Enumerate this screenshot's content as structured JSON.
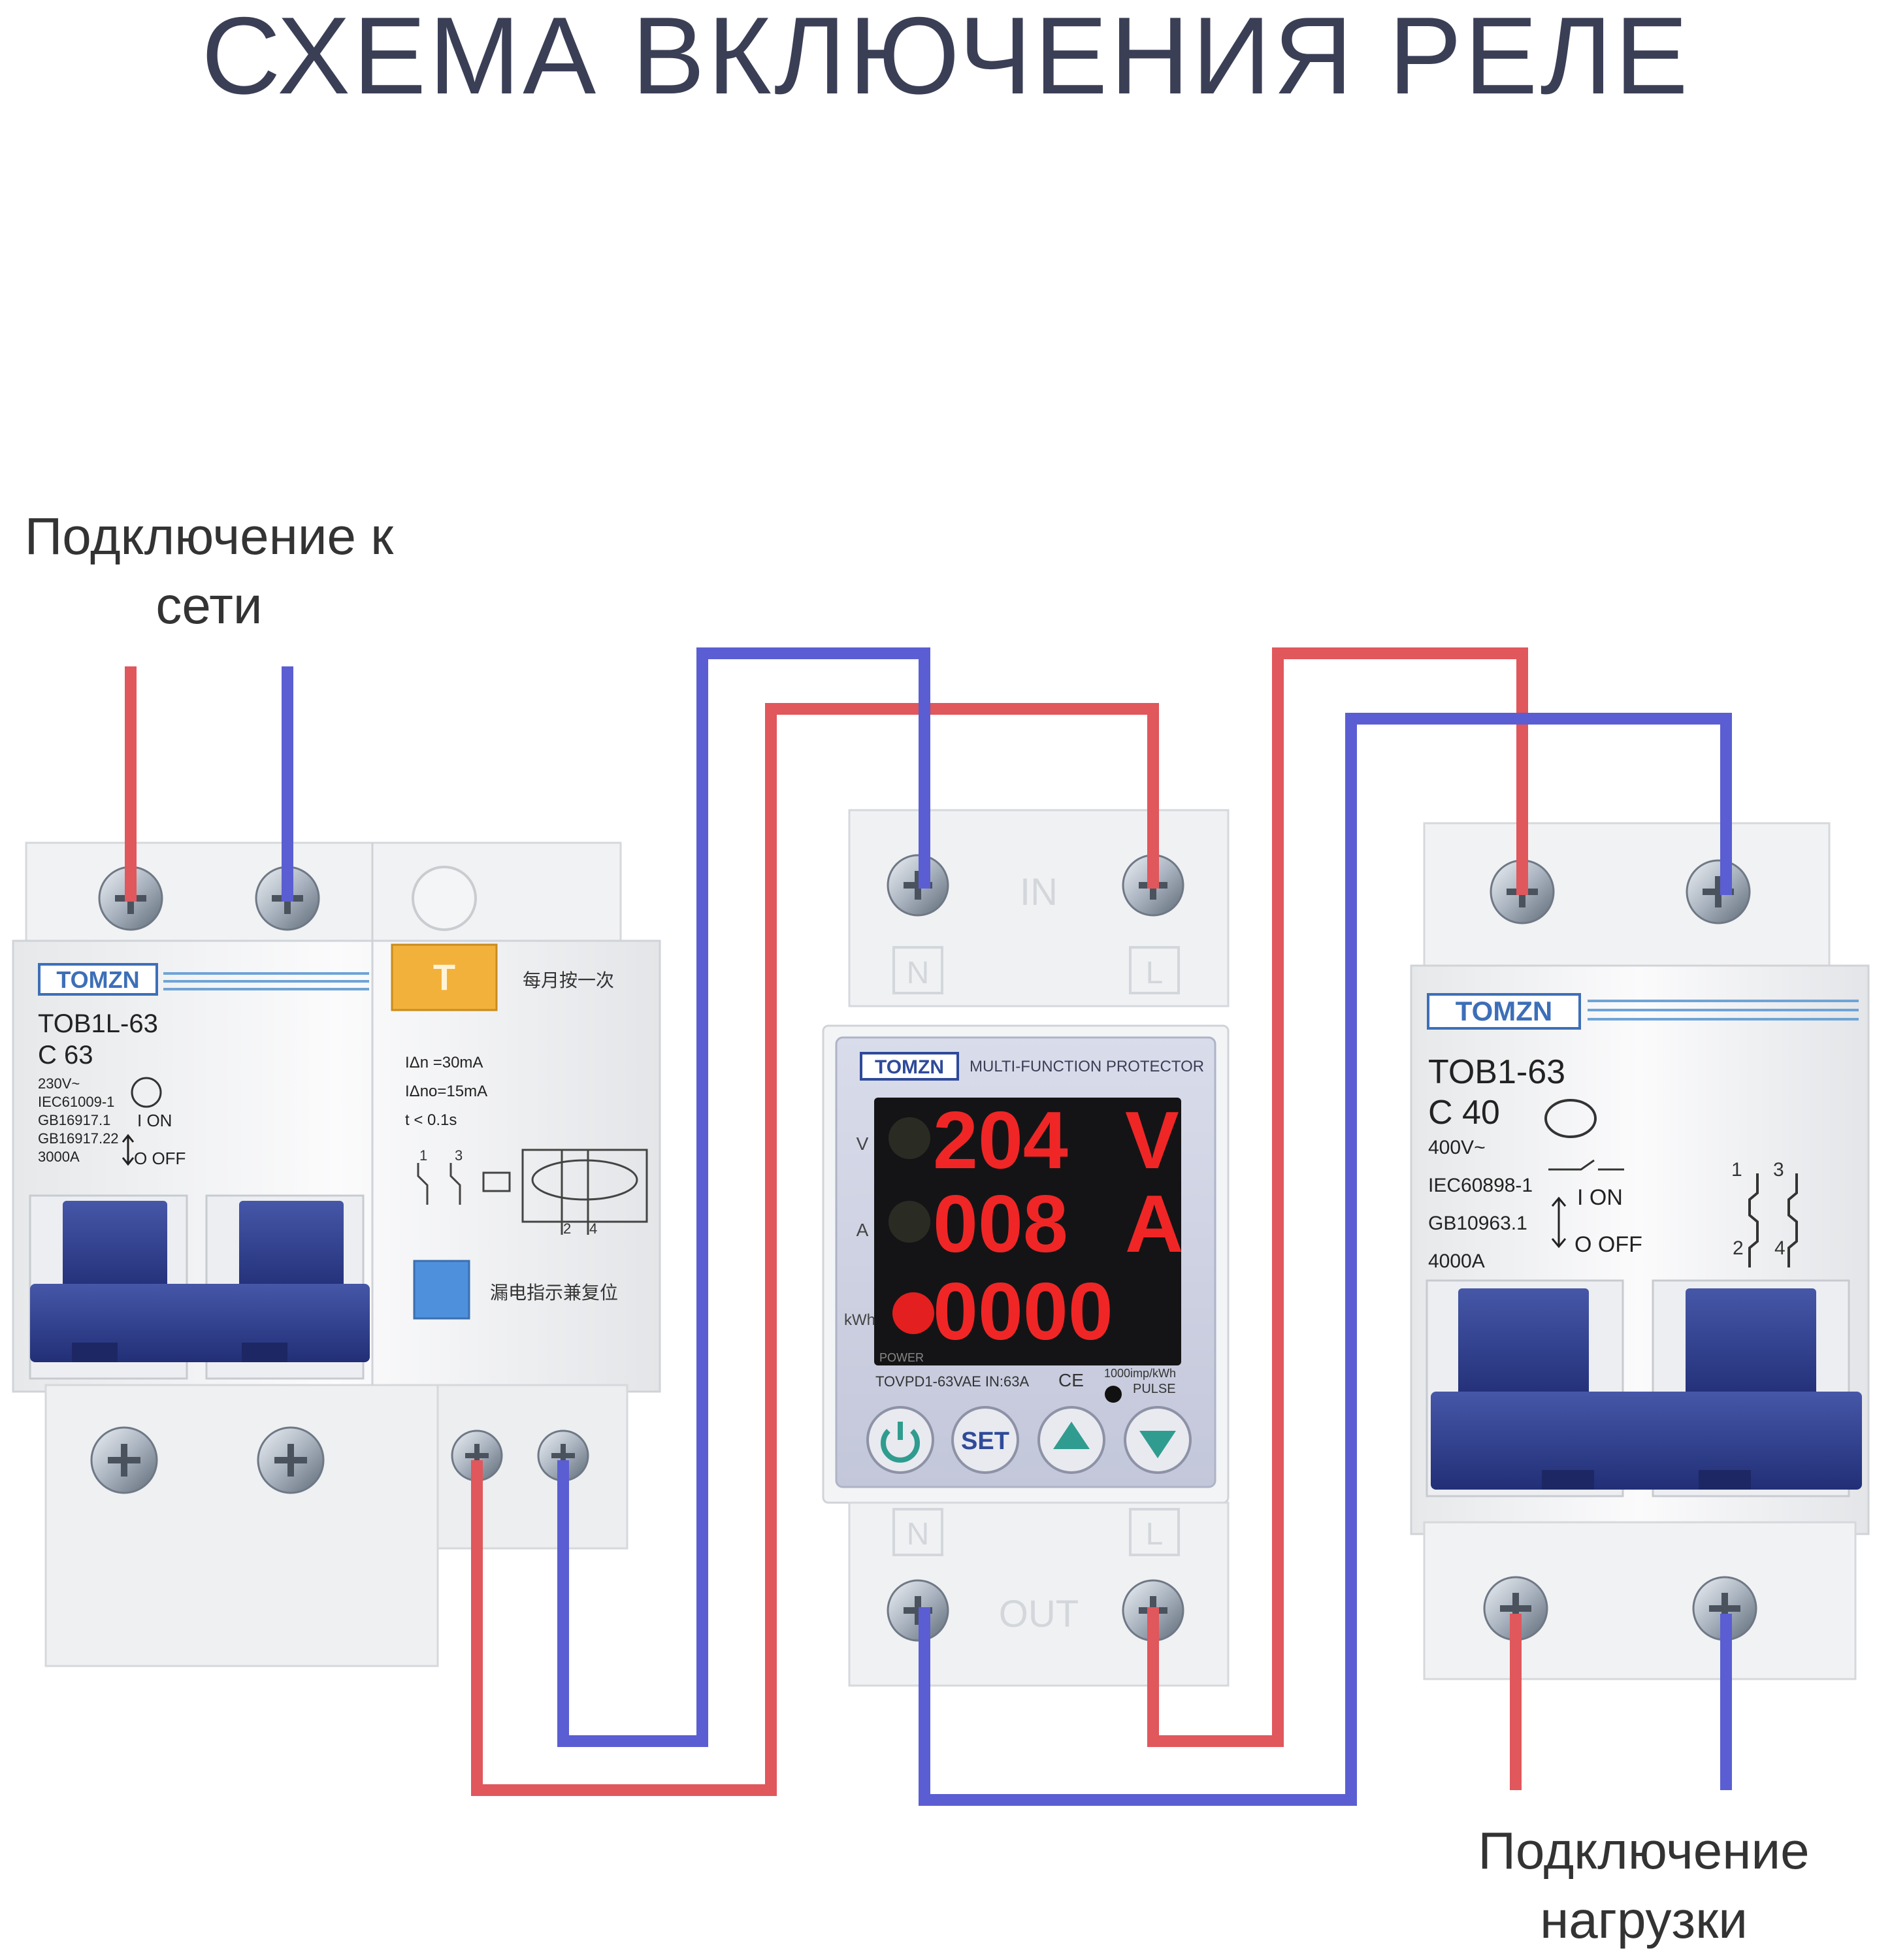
{
  "title": "СХЕМА ВКЛЮЧЕНИЯ РЕЛЕ",
  "labels": {
    "input_line1": "Подключение к",
    "input_line2": "сети",
    "output_line1": "Подключение",
    "output_line2": "нагрузки"
  },
  "colors": {
    "phase_wire": "#e0575c",
    "neutral_wire": "#5a5ed2",
    "breaker_blue": "#2c3b8e",
    "module_body": "#f2f3f4",
    "title": "#3a3f56"
  },
  "rcbo": {
    "brand": "TOMZN",
    "model": "TOB1L-63",
    "rating": "C 63",
    "spec_lines": [
      "230V~",
      "IEC61009-1",
      "GB16917.1",
      "GB16917.22",
      "3000A"
    ],
    "on": "I ON",
    "off": "O OFF",
    "test_caption": "每月按一次",
    "reset_caption": "漏电指示兼复位",
    "leak_spec": [
      "IΔn =30mA",
      "IΔno=15mA",
      "t  <  0.1s"
    ],
    "term_1": "1",
    "term_3": "3",
    "term_2": "2",
    "term_4": "4"
  },
  "relay": {
    "brand": "TOMZN",
    "heading": "MULTI-FUNCTION PROTECTOR",
    "in_label": "IN",
    "out_label": "OUT",
    "n_label": "N",
    "l_label": "L",
    "voltage": "204",
    "voltage_unit": "V",
    "current": "008",
    "current_unit": "A",
    "energy": "0000",
    "row_labels": [
      "V",
      "A",
      "kWh"
    ],
    "power_label": "POWER",
    "model_line": "TOVPD1-63VAE  IN:63A",
    "ce": "CE",
    "meter_constant": "1000imp/kWh",
    "pulse": "PULSE",
    "button_set": "SET",
    "buttons": [
      "power",
      "set",
      "up",
      "down"
    ]
  },
  "breaker": {
    "brand": "TOMZN",
    "model": "TOB1-63",
    "rating": "C 40",
    "spec_lines": [
      "400V~",
      "IEC60898-1",
      "GB10963.1",
      "4000A"
    ],
    "on": "I ON",
    "off": "O OFF",
    "term_1": "1",
    "term_3": "3",
    "term_2": "2",
    "term_4": "4"
  }
}
